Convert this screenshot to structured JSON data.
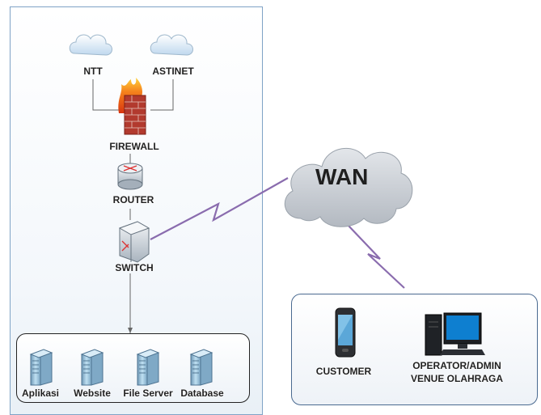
{
  "network": {
    "isp_1": "NTT",
    "isp_2": "ASTINET",
    "firewall": "FIREWALL",
    "router": "ROUTER",
    "switch": "SWITCH",
    "wan": "WAN"
  },
  "servers": {
    "items": [
      {
        "label": "Aplikasi"
      },
      {
        "label": "Website"
      },
      {
        "label": "File Server"
      },
      {
        "label": "Database"
      }
    ]
  },
  "clients": {
    "customer": "CUSTOMER",
    "operator_line1": "OPERATOR/ADMIN",
    "operator_line2": "VENUE OLAHRAGA"
  },
  "colors": {
    "link_purple": "#8a6cae",
    "cloud_gray": "#c7cdd4",
    "panel_border": "#7fa3c6"
  }
}
